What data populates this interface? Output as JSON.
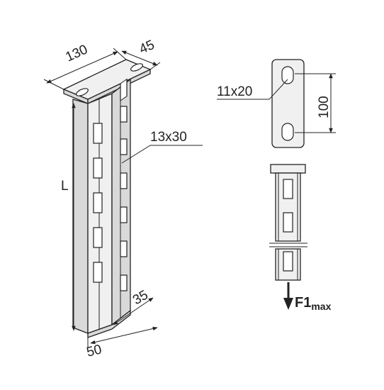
{
  "dimensions": {
    "top_width": "130",
    "top_depth": "45",
    "slot_side": "13x30",
    "height": "L",
    "bottom_depth": "35",
    "bottom_width": "50",
    "plate_slot": "11x20",
    "plate_spacing": "100"
  },
  "load": {
    "symbol": "F1",
    "subscript": "max"
  },
  "colors": {
    "line": "#222222",
    "steel": "#f0f0f0",
    "steel_shadow": "#d9d9d9"
  }
}
